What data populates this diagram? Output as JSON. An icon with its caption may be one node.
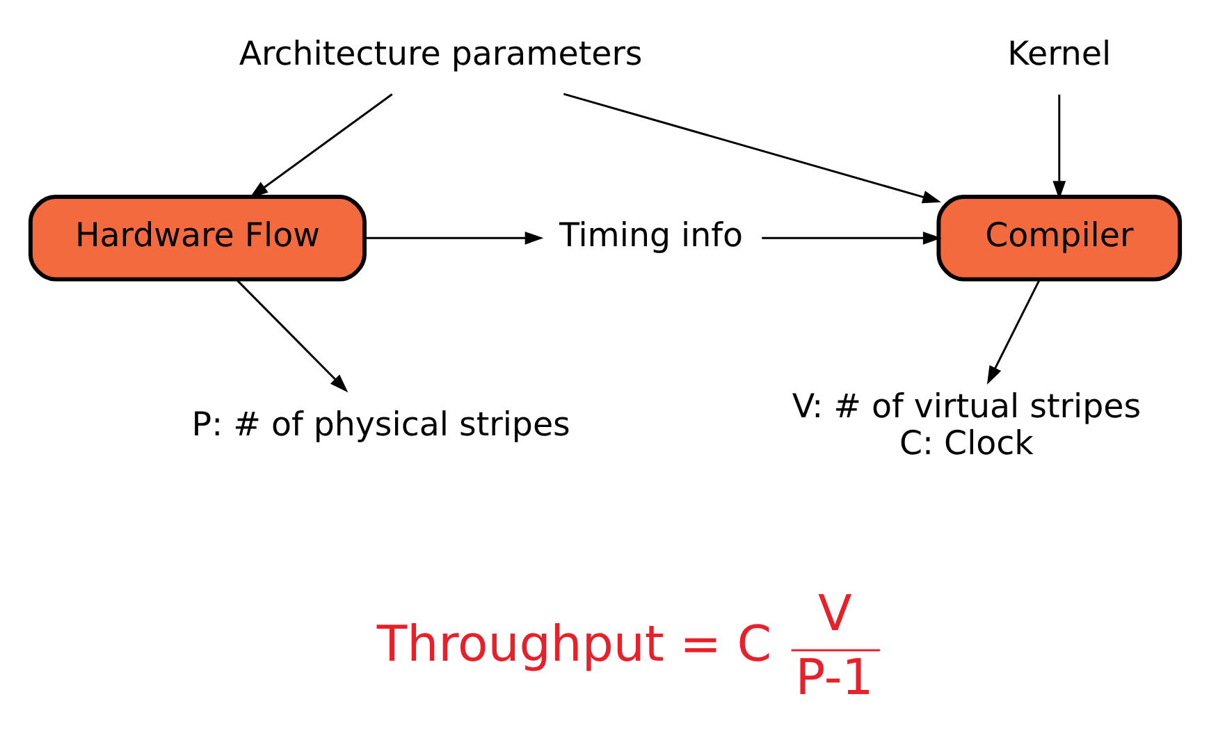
{
  "diagram": {
    "nodes": [
      {
        "text": [
          "Architecture parameters"
        ]
      },
      {
        "text": [
          "Kernel"
        ]
      },
      {
        "text": [
          "Hardware Flow"
        ]
      },
      {
        "text": [
          "Timing info"
        ]
      },
      {
        "text": [
          "Compiler"
        ]
      },
      {
        "text": [
          "P: # of physical stripes"
        ]
      },
      {
        "text": [
          "V: # of virtual stripes",
          "C: Clock"
        ]
      }
    ],
    "edges": [
      {
        "from": 0,
        "to": 2,
        "arrow": "to"
      },
      {
        "from": 0,
        "to": 4,
        "arrow": "to"
      },
      {
        "from": 1,
        "to": 4,
        "arrow": "to"
      },
      {
        "from": 2,
        "to": 3,
        "arrow": "to"
      },
      {
        "from": 3,
        "to": 4,
        "arrow": "to"
      },
      {
        "from": 2,
        "to": 5,
        "arrow": "to"
      },
      {
        "from": 4,
        "to": 6,
        "arrow": "to"
      }
    ],
    "labels": [
      "Throughput = C",
      "V",
      "P-1"
    ]
  }
}
